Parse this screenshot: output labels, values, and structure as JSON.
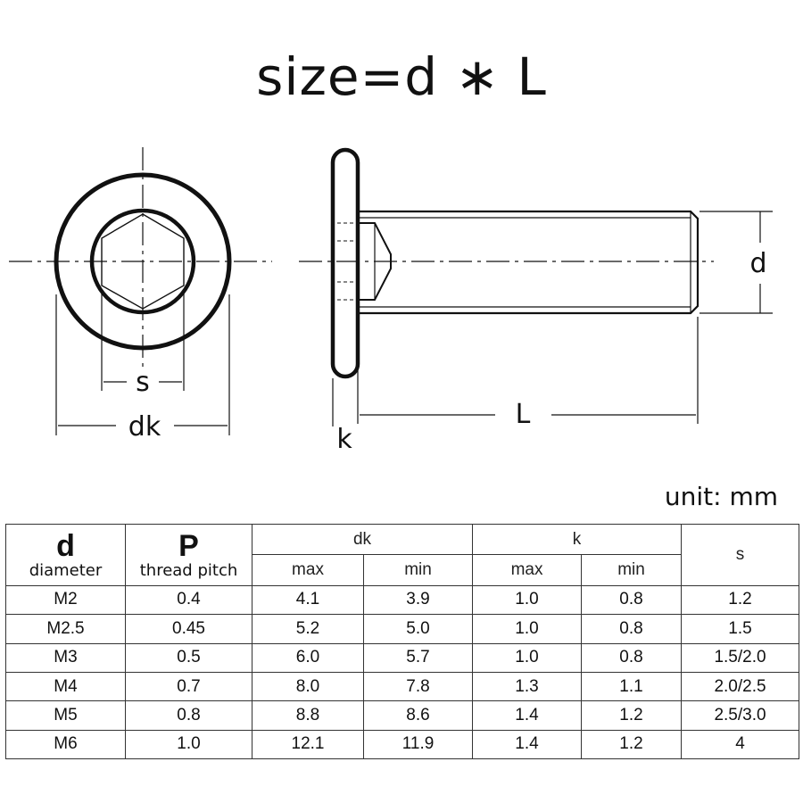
{
  "title": "size=d ∗ L",
  "labels": {
    "s": "s",
    "dk": "dk",
    "k": "k",
    "L": "L",
    "d": "d"
  },
  "unit": "unit: mm",
  "table": {
    "header": {
      "d_big": "d",
      "d_small": "diameter",
      "p_big": "P",
      "p_small": "thread pitch",
      "dk": "dk",
      "k": "k",
      "s": "s",
      "max": "max",
      "min": "min"
    },
    "rows": [
      {
        "d": "M2",
        "p": "0.4",
        "dk_max": "4.1",
        "dk_min": "3.9",
        "k_max": "1.0",
        "k_min": "0.8",
        "s": "1.2"
      },
      {
        "d": "M2.5",
        "p": "0.45",
        "dk_max": "5.2",
        "dk_min": "5.0",
        "k_max": "1.0",
        "k_min": "0.8",
        "s": "1.5"
      },
      {
        "d": "M3",
        "p": "0.5",
        "dk_max": "6.0",
        "dk_min": "5.7",
        "k_max": "1.0",
        "k_min": "0.8",
        "s": "1.5/2.0"
      },
      {
        "d": "M4",
        "p": "0.7",
        "dk_max": "8.0",
        "dk_min": "7.8",
        "k_max": "1.3",
        "k_min": "1.1",
        "s": "2.0/2.5"
      },
      {
        "d": "M5",
        "p": "0.8",
        "dk_max": "8.8",
        "dk_min": "8.6",
        "k_max": "1.4",
        "k_min": "1.2",
        "s": "2.5/3.0"
      },
      {
        "d": "M6",
        "p": "1.0",
        "dk_max": "12.1",
        "dk_min": "11.9",
        "k_max": "1.4",
        "k_min": "1.2",
        "s": "4"
      }
    ]
  }
}
